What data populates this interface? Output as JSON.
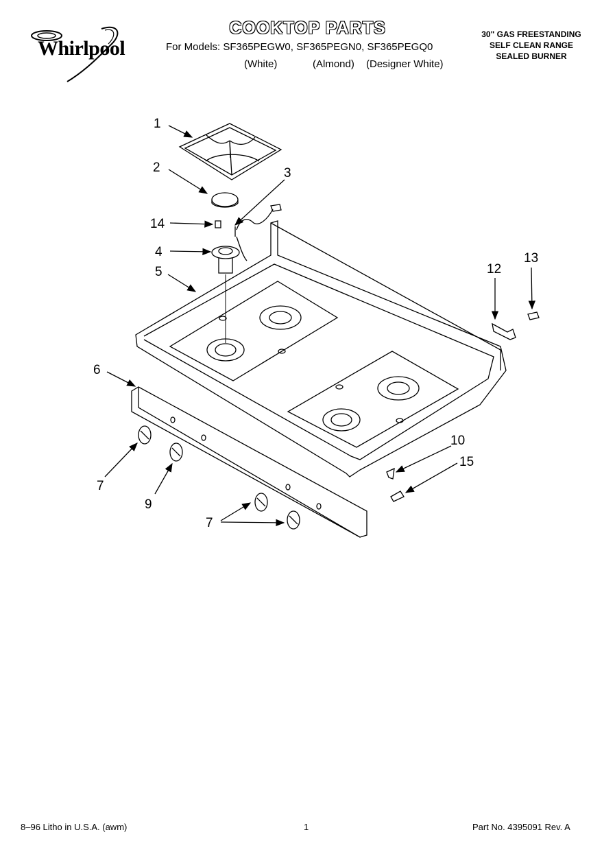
{
  "header": {
    "brand": "Whirlpool",
    "title": "COOKTOP PARTS",
    "models_line": "For Models: SF365PEGW0, SF365PEGN0, SF365PEGQ0",
    "color_white": "(White)",
    "color_almond": "(Almond)",
    "color_designer": "(Designer White)",
    "range_line1": "30\" GAS FREESTANDING",
    "range_line2": "SELF CLEAN RANGE",
    "range_line3": "SEALED BURNER"
  },
  "diagram": {
    "callouts": [
      "1",
      "2",
      "3",
      "14",
      "4",
      "5",
      "6",
      "7",
      "9",
      "7",
      "12",
      "13",
      "10",
      "15"
    ]
  },
  "footer": {
    "litho": "8–96 Litho in U.S.A. (awm)",
    "page": "1",
    "part_no": "Part No. 4395091 Rev. A"
  }
}
